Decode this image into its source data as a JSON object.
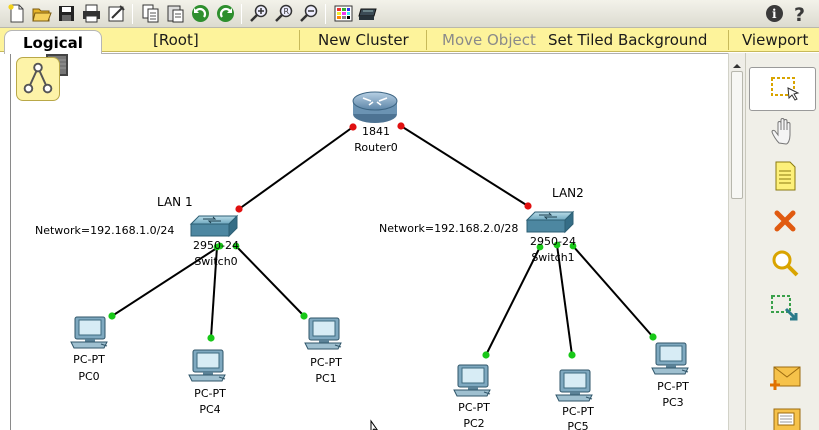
{
  "menubar": {
    "tab_logical": "Logical",
    "root": "[Root]",
    "new_cluster": "New Cluster",
    "move_object": "Move Object",
    "set_tiled_background": "Set Tiled Background",
    "viewport": "Viewport"
  },
  "toolbar": {
    "icons": [
      "new-file-icon",
      "open-folder-icon",
      "save-icon",
      "print-icon",
      "activity-wizard-icon",
      "copy-icon",
      "paste-icon",
      "undo-icon",
      "redo-icon",
      "zoom-in-icon",
      "zoom-reset-icon",
      "zoom-out-icon",
      "palette-icon",
      "custom-device-icon",
      "info-icon",
      "help-icon"
    ]
  },
  "tools": [
    "select-icon",
    "hand-move-icon",
    "note-icon",
    "delete-icon",
    "inspect-icon",
    "resize-shape-icon",
    "add-simple-pdu-icon",
    "add-complex-pdu-icon"
  ],
  "topology": {
    "router": {
      "model": "1841",
      "name": "Router0"
    },
    "lan1": {
      "label": "LAN 1",
      "network": "Network=192.168.1.0/24",
      "switch": {
        "model": "2950-24",
        "name": "Switch0"
      },
      "pcs": [
        {
          "type": "PC-PT",
          "name": "PC0"
        },
        {
          "type": "PC-PT",
          "name": "PC4"
        },
        {
          "type": "PC-PT",
          "name": "PC1"
        }
      ]
    },
    "lan2": {
      "label": "LAN2",
      "network": "Network=192.168.2.0/28",
      "switch": {
        "model": "2950-24",
        "name": "Switch1"
      },
      "pcs": [
        {
          "type": "PC-PT",
          "name": "PC2"
        },
        {
          "type": "PC-PT",
          "name": "PC5"
        },
        {
          "type": "PC-PT",
          "name": "PC3"
        }
      ]
    }
  },
  "colors": {
    "menubar_bg": "#fdf39b",
    "link_up": "#18c818",
    "link_down": "#e01010",
    "router_blue": "#5d86a8"
  }
}
